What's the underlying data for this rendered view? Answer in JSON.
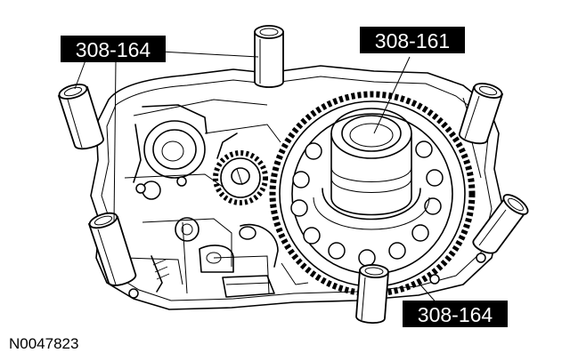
{
  "callouts": {
    "top_left": "308-164",
    "top_right": "308-161",
    "bottom_right": "308-164"
  },
  "reference_number": "N0047823"
}
